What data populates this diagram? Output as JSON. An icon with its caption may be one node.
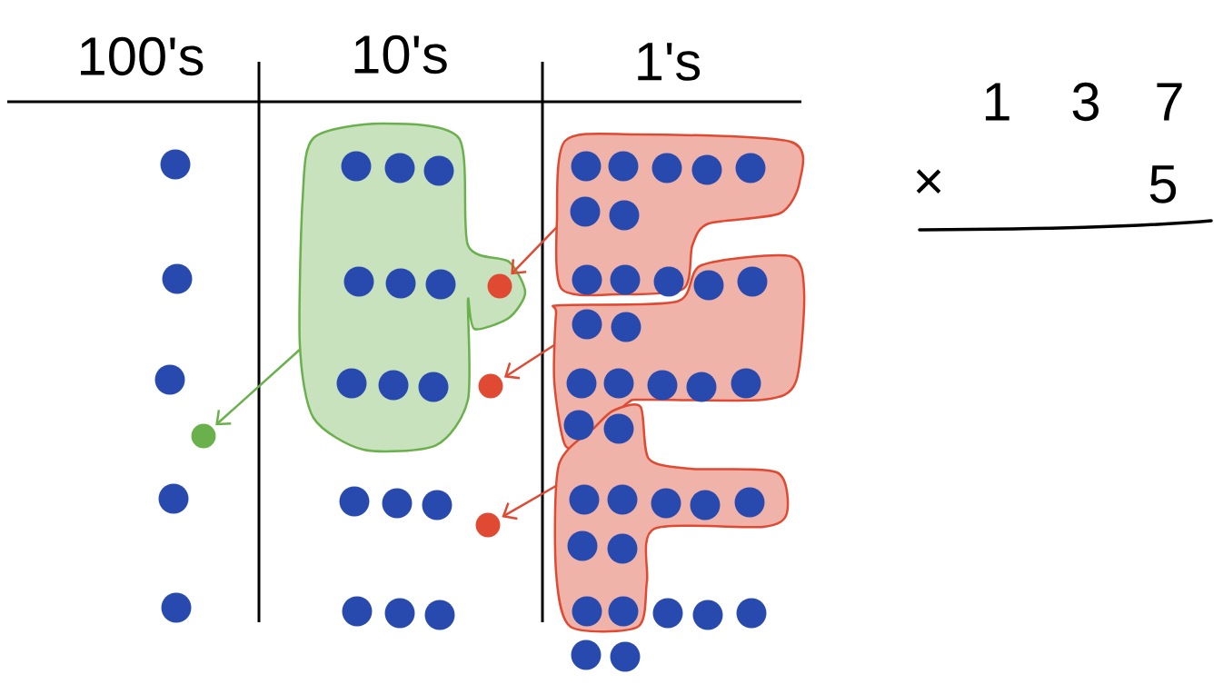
{
  "diagram": {
    "nodes": [
      {
        "text": [],
        "shape": "box"
      },
      {
        "text": [],
        "shape": "circle"
      },
      {
        "text": [],
        "shape": "circle",
        "in": 0
      },
      {
        "text": [],
        "shape": "circle"
      },
      {
        "text": [],
        "shape": "circle"
      },
      {
        "text": [],
        "shape": "box"
      },
      {
        "text": [],
        "shape": "box"
      },
      {
        "text": [],
        "shape": "box"
      }
    ],
    "edges": [
      {
        "from": 0,
        "to": 1,
        "arrow": "to",
        "color": "#6ab04c"
      },
      {
        "from": 5,
        "to": 2,
        "arrow": "to"
      },
      {
        "from": 6,
        "to": 3,
        "arrow": "to"
      },
      {
        "from": 7,
        "to": 4,
        "arrow": "to"
      }
    ],
    "labels": [
      "100's",
      "10's",
      "1's",
      "1",
      "3",
      "7",
      "×",
      "5"
    ]
  }
}
